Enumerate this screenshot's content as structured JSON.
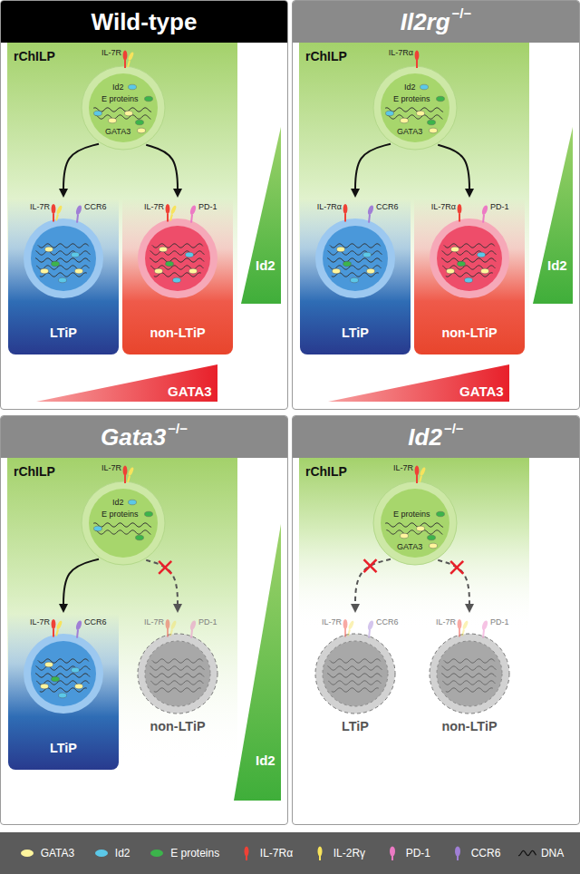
{
  "diagram": {
    "nodes": [
      {
        "text": [
          "Wild-type"
        ]
      },
      {
        "text": [
          "IL-7R",
          "Id2",
          "E proteins",
          "GATA3"
        ],
        "in": 0
      },
      {
        "text": [
          "IL-7R",
          "CCR6",
          "LTiP"
        ],
        "in": 0
      },
      {
        "text": [
          "IL-7R",
          "PD-1",
          "non-LTiP"
        ],
        "in": 0
      },
      {
        "text": [
          "Il2rg",
          "−/−"
        ]
      },
      {
        "text": [
          "IL-7Rα",
          "Id2",
          "E proteins",
          "GATA3"
        ],
        "in": 4
      },
      {
        "text": [
          "IL-7Rα",
          "CCR6",
          "LTiP"
        ],
        "in": 4
      },
      {
        "text": [
          "IL-7Rα",
          "PD-1",
          "non-LTiP"
        ],
        "in": 4
      },
      {
        "text": [
          "Gata3",
          "−/−"
        ]
      },
      {
        "text": [
          "IL-7R",
          "Id2",
          "E proteins"
        ],
        "in": 8
      },
      {
        "text": [
          "IL-7R",
          "CCR6",
          "LTiP"
        ],
        "in": 8
      },
      {
        "text": [
          "IL-7R",
          "PD-1",
          "non-LTiP"
        ],
        "in": 8
      },
      {
        "text": [
          "Id2",
          "−/−"
        ]
      },
      {
        "text": [
          "IL-7R",
          "E proteins",
          "GATA3"
        ],
        "in": 12
      },
      {
        "text": [
          "IL-7R",
          "CCR6",
          "LTiP"
        ],
        "in": 12
      },
      {
        "text": [
          "IL-7R",
          "PD-1",
          "non-LTiP"
        ],
        "in": 12
      }
    ],
    "edges": [
      {
        "from": 1,
        "to": 2,
        "arrow": "to"
      },
      {
        "from": 1,
        "to": 3,
        "arrow": "to"
      },
      {
        "from": 5,
        "to": 6,
        "arrow": "to"
      },
      {
        "from": 5,
        "to": 7,
        "arrow": "to"
      },
      {
        "from": 9,
        "to": 10,
        "arrow": "to"
      },
      {
        "from": 9,
        "to": 11,
        "arrow": "to"
      },
      {
        "from": 13,
        "to": 14,
        "arrow": "to"
      },
      {
        "from": 13,
        "to": 15,
        "arrow": "to"
      }
    ],
    "labels": [
      "rChILP",
      "Id2",
      "GATA3",
      "rChILP",
      "Id2",
      "GATA3",
      "rChILP",
      "Id2",
      "rChILP"
    ],
    "legend": [
      {
        "text": "GATA3",
        "color": "#fff59d"
      },
      {
        "text": "Id2",
        "color": "#5bc8e8"
      },
      {
        "text": "E proteins",
        "color": "#3cb44b"
      },
      {
        "text": "IL-7Rα",
        "color": "#ef4136"
      },
      {
        "text": "IL-2Rγ",
        "color": "#f7e35c"
      },
      {
        "text": "PD-1",
        "color": "#ec7ac4"
      },
      {
        "text": "CCR6",
        "color": "#a07fd6"
      },
      {
        "text": "DNA"
      }
    ]
  }
}
